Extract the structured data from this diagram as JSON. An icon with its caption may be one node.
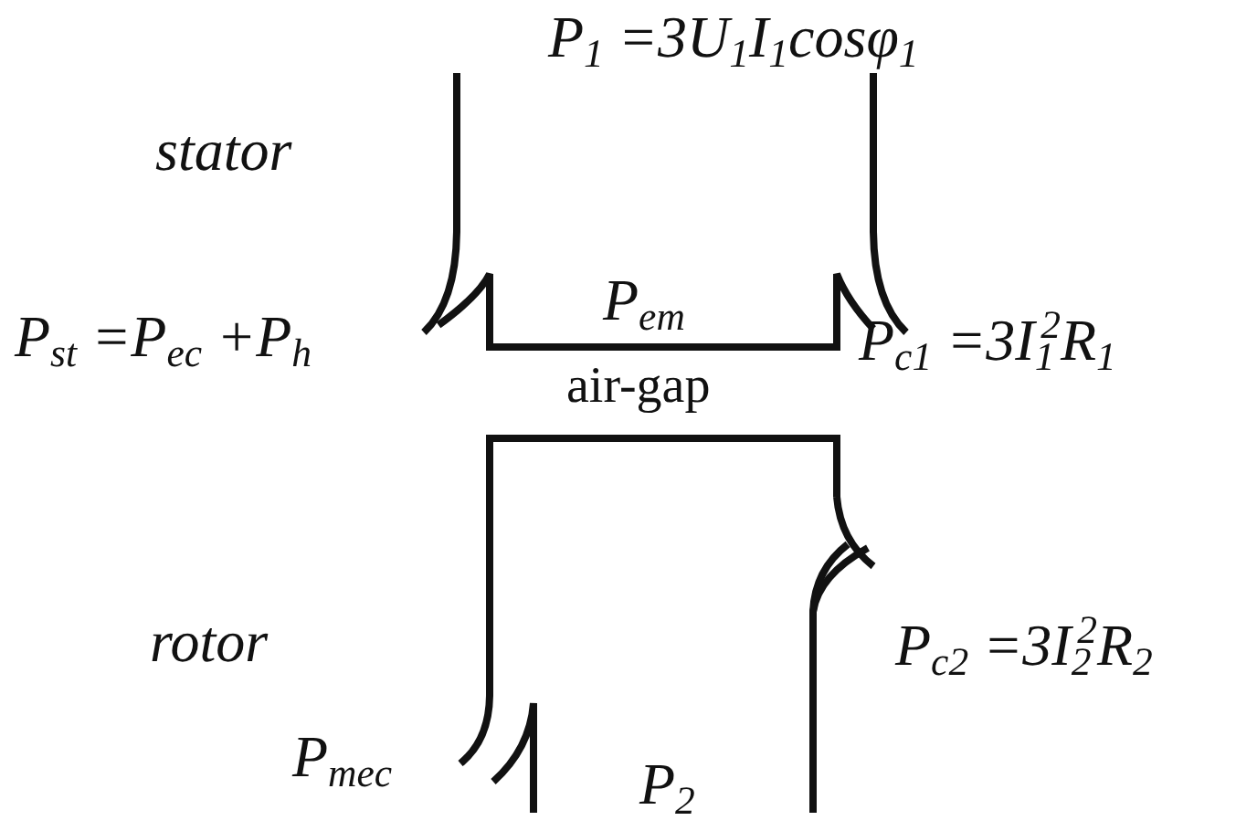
{
  "diagram": {
    "labels": [
      "P$_{1}$ =3U$_{1}$I$_{1}$cosφ$_{1}$",
      "stator",
      "P$_{st}$ =P$_{ec}$ +P$_{h}$",
      "P$_{em}$",
      "P$_{c1}$ =3I$_{1}$$^{2}$R$_{1}$",
      "air-gap",
      "rotor",
      "P$_{c2}$ =3I$_{2}$$^{2}$R$_{2}$",
      "P$_{mec}$",
      "P$_{2}$"
    ]
  }
}
